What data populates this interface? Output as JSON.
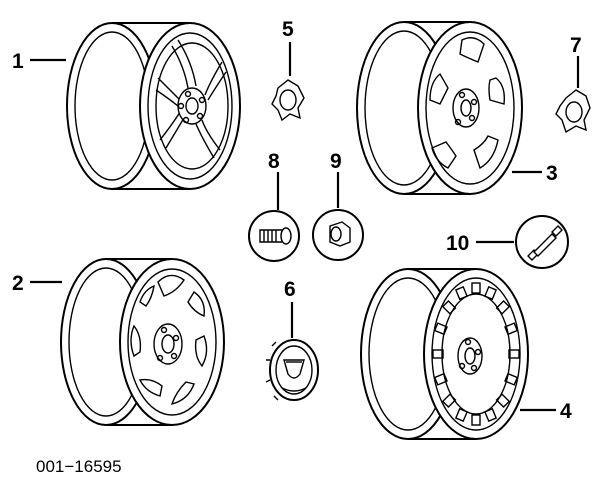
{
  "callouts": {
    "c1": "1",
    "c2": "2",
    "c3": "3",
    "c4": "4",
    "c5": "5",
    "c6": "6",
    "c7": "7",
    "c8": "8",
    "c9": "9",
    "c10": "10"
  },
  "figure_code": "001−16595"
}
